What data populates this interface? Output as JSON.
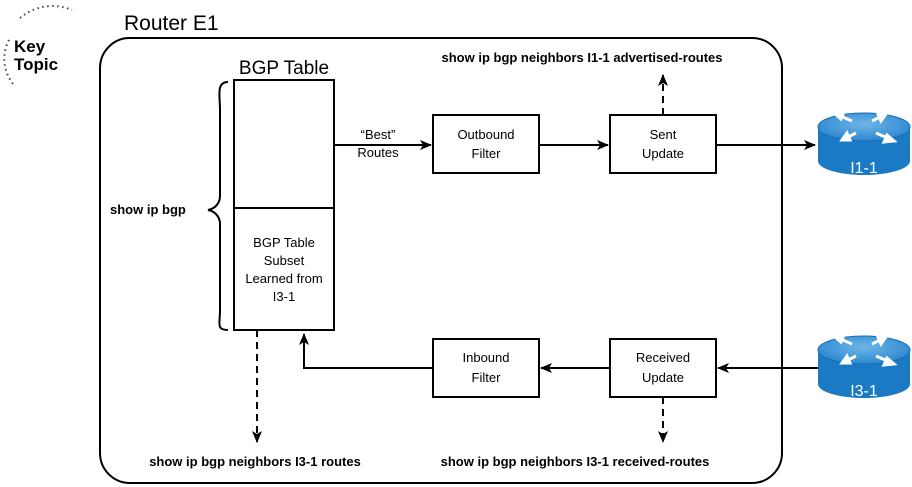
{
  "key_topic": {
    "line1": "Key",
    "line2": "Topic"
  },
  "router_title": "Router E1",
  "bgp_table": {
    "title": "BGP Table",
    "subset_lines": [
      "BGP Table",
      "Subset",
      "Learned from",
      "I3-1"
    ]
  },
  "best_routes": {
    "line1": "“Best”",
    "line2": "Routes"
  },
  "outbound_filter": {
    "line1": "Outbound",
    "line2": "Filter"
  },
  "sent_update": {
    "line1": "Sent",
    "line2": "Update"
  },
  "inbound_filter": {
    "line1": "Inbound",
    "line2": "Filter"
  },
  "received_update": {
    "line1": "Received",
    "line2": "Update"
  },
  "commands": {
    "advertised": "show ip bgp neighbors I1-1 advertised-routes",
    "show_ip_bgp": "show ip bgp",
    "routes": "show ip bgp neighbors I3-1 routes",
    "received": "show ip bgp neighbors I3-1 received-routes"
  },
  "routers": {
    "top": "I1-1",
    "bottom": "I3-1"
  },
  "colors": {
    "router_blue": "#1a7ac4",
    "router_top": "#5aa6de",
    "key_topic_dots": "#444444"
  }
}
